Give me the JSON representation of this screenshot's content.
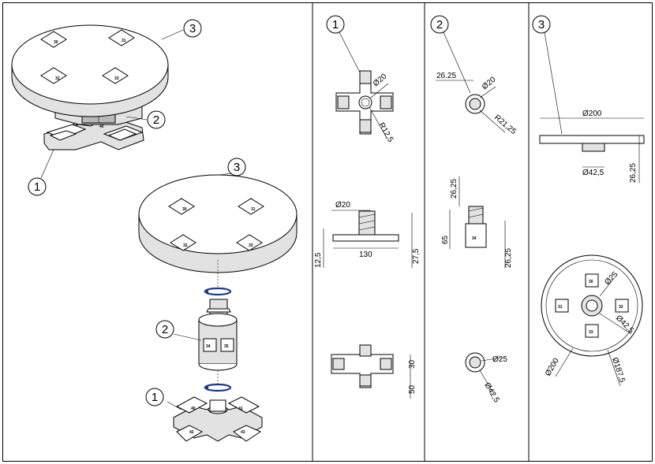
{
  "callouts": {
    "one": "1",
    "two": "2",
    "three": "3"
  },
  "dimensions": {
    "part1_top": {
      "hole": "Ø20",
      "radius": "R12,5"
    },
    "part2_top": {
      "offset": "26.25",
      "hole": "Ø20",
      "radius": "R21,25"
    },
    "part3_side": {
      "diameter": "Ø200",
      "boss": "Ø42,5",
      "height": "26,25"
    },
    "part1_side": {
      "diameter": "Ø20",
      "length": "130",
      "thickness": "12,5",
      "height": "27,5"
    },
    "part2_side": {
      "top": "26,25",
      "total": "65",
      "bottom": "26,25"
    },
    "part1_bottom": {
      "arm": "30",
      "length": "50"
    },
    "part2_bottom": {
      "inner": "Ø25",
      "outer": "Ø42,5"
    },
    "part3_top": {
      "inner": "Ø25",
      "outer": "Ø42,5",
      "disc": "Ø200",
      "pitch": "Ø187,5"
    }
  },
  "face_numbers": {
    "disc": [
      "30",
      "31",
      "32",
      "33"
    ],
    "cross": [
      "40",
      "41",
      "42",
      "43"
    ],
    "shaft": [
      "34",
      "35"
    ],
    "plan_disc": [
      "30",
      "31",
      "32",
      "33"
    ]
  },
  "colors": {
    "rotation_arrow": "#1b3a8a",
    "line": "#000000"
  }
}
